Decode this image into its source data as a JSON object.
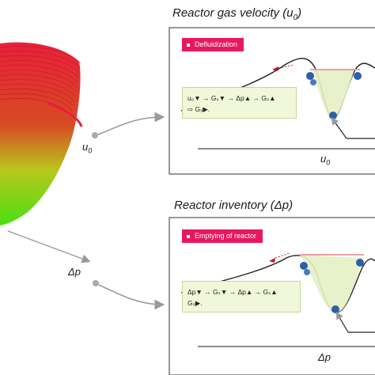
{
  "panels": {
    "top": {
      "title_main": "Reactor gas velocity (",
      "title_var": "u",
      "title_sub": "0",
      "title_end": ")",
      "tag": "Defluidization",
      "formula_line1": "u₀▼ → Gₛ▼ → Δp▲ → Gₛ▲",
      "formula_line2": "⇨ Gₛ▶.",
      "axis_var": "u",
      "axis_sub": "0"
    },
    "bottom": {
      "title": "Reactor inventory (Δp)",
      "tag": "Emptying of reactor",
      "formula_line1": "Δp▼ → Gₛ▼ → Δp▲ → Gₛ▲",
      "formula_line2": "Gₛ▶.",
      "axis_label": "Δp"
    }
  },
  "left_labels": {
    "u_var": "u",
    "u_sub": "0",
    "dp": "Δp"
  },
  "colors": {
    "surface_top": "#e8203a",
    "surface_mid": "#c8d020",
    "surface_bottom": "#40e010",
    "tag": "#e8185f",
    "formula_bg": "#f1f7d9",
    "well_fill": "#e6f0c4",
    "ball": "#2b5fa8",
    "arrow_gray": "#999999"
  }
}
